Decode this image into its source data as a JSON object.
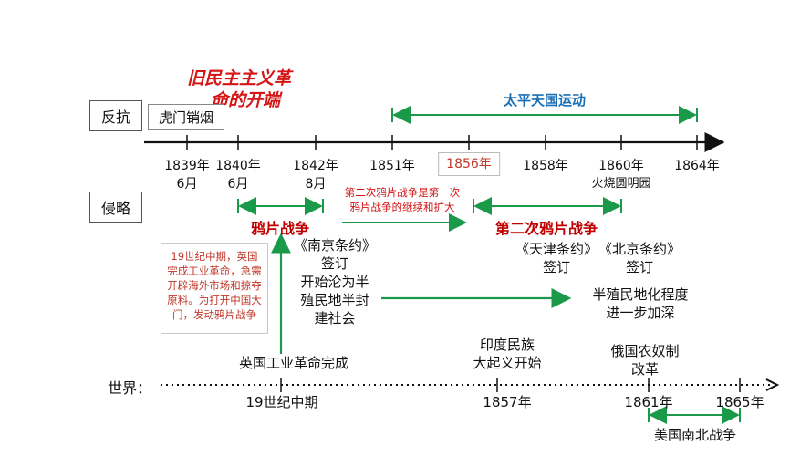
{
  "headline": {
    "line1": "旧民主主义革",
    "line2": "命的开端"
  },
  "rows": {
    "resist": "反抗",
    "invade": "侵略",
    "world": "世界："
  },
  "resist_event_box": "虎门销烟",
  "taiping": "太平天国运动",
  "ticks": [
    {
      "line1": "1839年",
      "line2": "6月"
    },
    {
      "line1": "1840年",
      "line2": "6月"
    },
    {
      "line1": "1842年",
      "line2": "8月"
    },
    {
      "line1": "1851年",
      "line2": ""
    },
    {
      "line1": "1856年",
      "line2": ""
    },
    {
      "line1": "1858年",
      "line2": ""
    },
    {
      "line1": "1860年",
      "line2": "火烧圆明园"
    },
    {
      "line1": "1864年",
      "line2": ""
    }
  ],
  "second_war_note": {
    "line1": "第二次鸦片战争是第一次",
    "line2": "鸦片战争的继续和扩大"
  },
  "opium_war": "鸦片战争",
  "second_opium_war": "第二次鸦片战争",
  "cause_note": "19世纪中期，英国完成工业革命，急需开辟海外市场和掠夺原料。为打开中国大门，发动鸦片战争",
  "nanjing": {
    "line1": "《南京条约》",
    "line2": "签订"
  },
  "semi_colonial": {
    "line1": "开始沦为半",
    "line2": "殖民地半封",
    "line3": "建社会"
  },
  "tianjin": {
    "line1": "《天津条约》",
    "line2": "签订"
  },
  "beijing": {
    "line1": "《北京条约》",
    "line2": "签订"
  },
  "deepen": {
    "line1": "半殖民地化程度",
    "line2": "进一步加深"
  },
  "world_events": {
    "uk_industrial": "英国工业革命完成",
    "mid_19th": "19世纪中期",
    "india": {
      "line1": "印度民族",
      "line2": "大起义开始"
    },
    "india_year": "1857年",
    "russia": {
      "line1": "俄国农奴制",
      "line2": "改革"
    },
    "year_1861": "1861年",
    "year_1865": "1865年",
    "us_civil_war": "美国南北战争"
  },
  "colors": {
    "green": "#1a9a49",
    "red": "#c00000",
    "blue": "#1a6fb5",
    "axis": "#111111"
  }
}
